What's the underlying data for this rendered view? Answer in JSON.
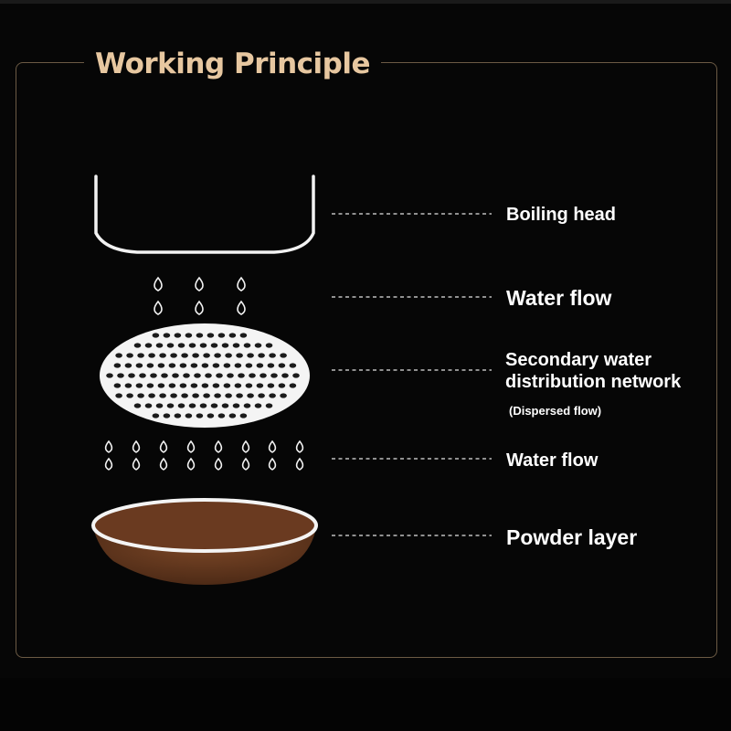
{
  "title": "Working Principle",
  "labels": {
    "boiling_head": "Boiling head",
    "water_flow_upper": "Water flow",
    "distribution_network_line1": "Secondary water",
    "distribution_network_line2": "distribution network",
    "dispersed_flow": "(Dispersed flow)",
    "water_flow_lower": "Water flow",
    "powder_layer": "Powder layer"
  },
  "colors": {
    "background": "#060606",
    "title": "#e7c7a0",
    "frame": "#6b5a44",
    "line_art": "#f2f2f2",
    "powder": "#6a3a20"
  }
}
